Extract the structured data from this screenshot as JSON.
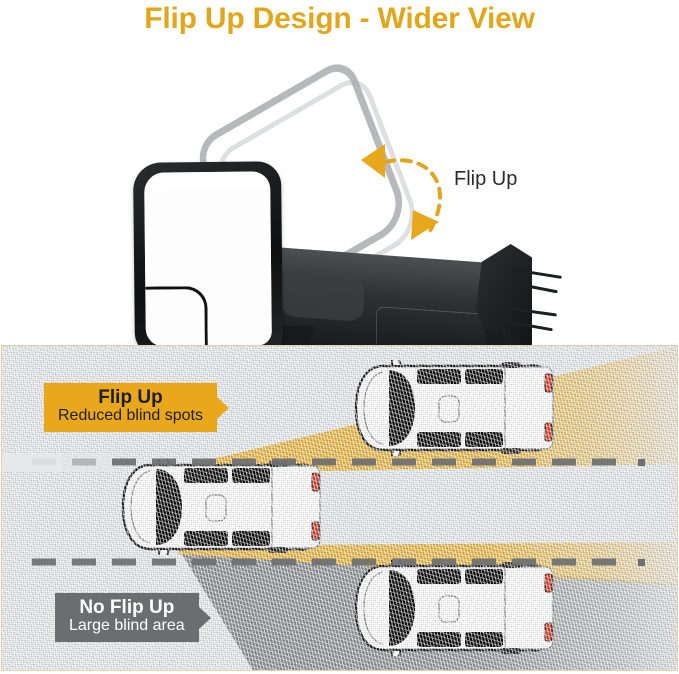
{
  "title": "Flip Up Design - Wider View",
  "colors": {
    "title_gold": "#e2a61b",
    "banner_yellow": "#e9a81c",
    "banner_gray": "#6b6d70",
    "cone_visible": "#e9b33a",
    "cone_blind": "#8a8c8f",
    "road_gray": "#e7e8ea",
    "lane_dash": "#6d6f72",
    "taillight_red": "#e03a26",
    "mirror_black": "#101112",
    "arrow_gold": "#e2a61b",
    "flip_label_text": "#2b2b2b"
  },
  "hero": {
    "flip_label": "Flip Up",
    "arrow_icon": "curved-double-arrow-icon",
    "mirror_icon": "tow-mirror-icon",
    "ghost_icon": "flipped-up-mirror-ghost-icon"
  },
  "diagram": {
    "banners": [
      {
        "id": "flip-up",
        "heading": "Flip Up",
        "subtext": "Reduced blind spots",
        "style": "yellow"
      },
      {
        "id": "no-flip-up",
        "heading": "No Flip Up",
        "subtext": "Large blind area",
        "style": "gray"
      }
    ],
    "vehicles": [
      {
        "id": "adjacent-vehicle-upper",
        "label": "pickup-truck-top-view"
      },
      {
        "id": "ego-vehicle",
        "label": "pickup-truck-top-view"
      },
      {
        "id": "adjacent-vehicle-lower",
        "label": "pickup-truck-top-view"
      }
    ],
    "lanes": [
      {
        "id": "lane-divider-upper"
      },
      {
        "id": "lane-divider-lower"
      }
    ],
    "cones": [
      {
        "id": "visible-cone-upper",
        "color": "#e9b33a"
      },
      {
        "id": "visible-cone-lower",
        "color": "#e9b33a"
      },
      {
        "id": "blind-cone-lower",
        "color": "#8a8c8f"
      }
    ]
  }
}
